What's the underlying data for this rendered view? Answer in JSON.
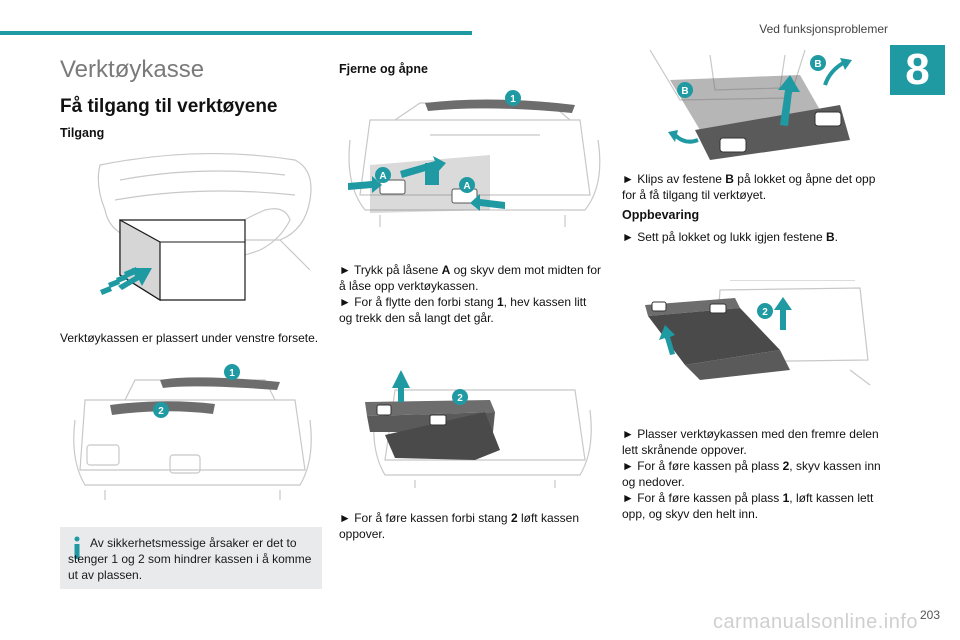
{
  "header": {
    "section_title": "Ved funksjonsproblemer",
    "chapter_number": "8"
  },
  "left": {
    "title": "Verktøykasse",
    "subtitle": "Få tilgang til verktøyene",
    "access_heading": "Tilgang",
    "location_text": "Verktøykassen er plassert under venstre forsete.",
    "info_text": "Av sikkerhetsmessige årsaker er det to stenger 1 og 2 som hindrer kassen i å komme ut av plassen."
  },
  "middle": {
    "heading": "Fjerne og åpne",
    "step1_a": "► Trykk på låsene ",
    "step1_b": "A",
    "step1_c": " og skyv dem mot midten for å låse opp verktøykassen.",
    "step2_a": "► For å flytte den forbi stang ",
    "step2_b": "1",
    "step2_c": ", hev kassen litt og trekk den så langt det går.",
    "step3_a": "► For å føre kassen forbi stang ",
    "step3_b": "2",
    "step3_c": " løft kassen oppover."
  },
  "right": {
    "step_clips_a": "► Klips av festene ",
    "step_clips_b": "B",
    "step_clips_c": " på lokket og åpne det opp for å få tilgang til verktøyet.",
    "storage_heading": "Oppbevaring",
    "step_close_a": "► Sett på lokket og lukk igjen festene ",
    "step_close_b": "B",
    "step_close_c": ".",
    "step_place1": "► Plasser verktøykassen med den fremre delen lett skrånende oppover.",
    "step_place2_a": "► For å føre kassen på plass ",
    "step_place2_b": "2",
    "step_place2_c": ", skyv kassen inn og nedover.",
    "step_place3_a": "► For å føre kassen på plass ",
    "step_place3_b": "1",
    "step_place3_c": ", løft kassen lett opp, og skyv den helt inn."
  },
  "figure_labels": {
    "one": "1",
    "two": "2",
    "a": "A",
    "b": "B"
  },
  "footer": {
    "page_number": "203",
    "watermark": "carmanualsonline.info"
  },
  "colors": {
    "accent": "#1f9aa3",
    "info_bg": "#e9eaec"
  }
}
